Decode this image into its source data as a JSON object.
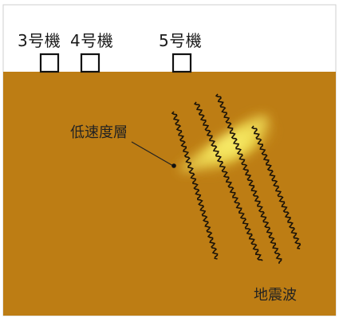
{
  "units": [
    {
      "label": "3号機"
    },
    {
      "label": "4号機"
    },
    {
      "label": "5号機"
    }
  ],
  "annotations": {
    "low_velocity_layer": "低速度層",
    "seismic_wave": "地震波"
  },
  "colors": {
    "ground": "#bd7d14",
    "ground_edge": "#9a650f",
    "layer_glow": "#f1de4c",
    "wave": "#1a1208",
    "building": "#ffffff",
    "building_stroke": "#111111"
  }
}
